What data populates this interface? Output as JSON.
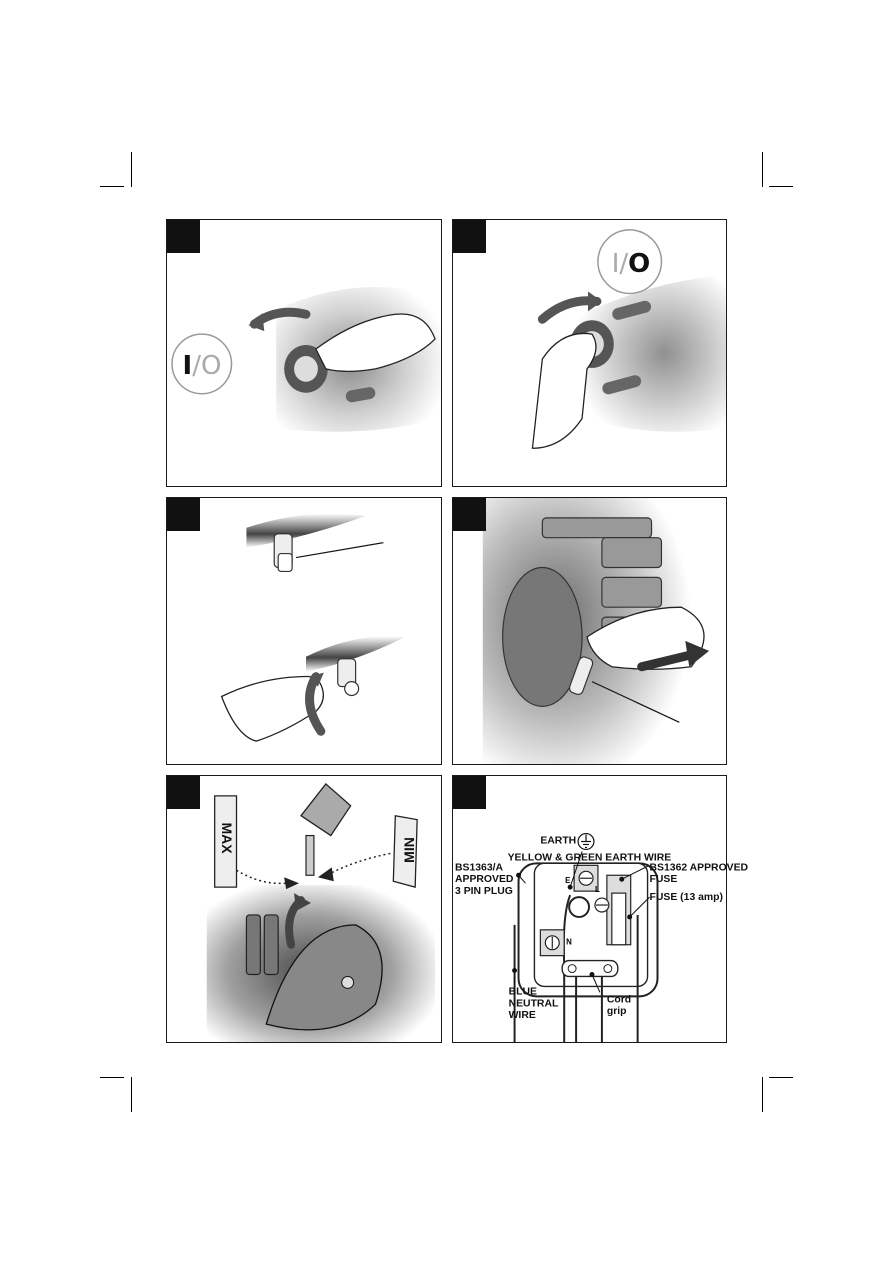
{
  "page": {
    "background": "#ffffff",
    "accent": "#111111"
  },
  "panels": [
    {
      "id": 1,
      "illustration": "hand-turning-switch-on",
      "switch_label": {
        "on": "I",
        "separator": "/",
        "off": "O",
        "active": "on"
      }
    },
    {
      "id": 2,
      "illustration": "hand-turning-switch-off",
      "switch_label": {
        "on": "I",
        "separator": "/",
        "off": "O",
        "active": "off"
      }
    },
    {
      "id": 3,
      "illustration": "drain-valve-open"
    },
    {
      "id": 4,
      "illustration": "pulling-plug-from-motor"
    },
    {
      "id": 5,
      "illustration": "oil-dipstick-check",
      "dipstick": {
        "max_label": "MAX",
        "min_label": "MIN"
      }
    },
    {
      "id": 6,
      "illustration": "uk-3-pin-plug-wiring",
      "plug": {
        "earth_label": "EARTH",
        "earth_symbol": "earth-ground-icon",
        "yellow_green_label": "YELLOW & GREEN EARTH WIRE",
        "approved_plug_label": [
          "BS1363/A",
          "APPROVED",
          "3 PIN PLUG"
        ],
        "approved_fuse_label": [
          "BS1362 APPROVED",
          "FUSE"
        ],
        "fuse_rating_label": "FUSE (13 amp)",
        "blue_wire_label": [
          "BLUE",
          "NEUTRAL",
          "WIRE"
        ],
        "cord_grip_label": [
          "Cord",
          "grip"
        ],
        "terminal_neutral": "N",
        "terminal_live": "L",
        "terminal_earth": "E"
      }
    }
  ]
}
